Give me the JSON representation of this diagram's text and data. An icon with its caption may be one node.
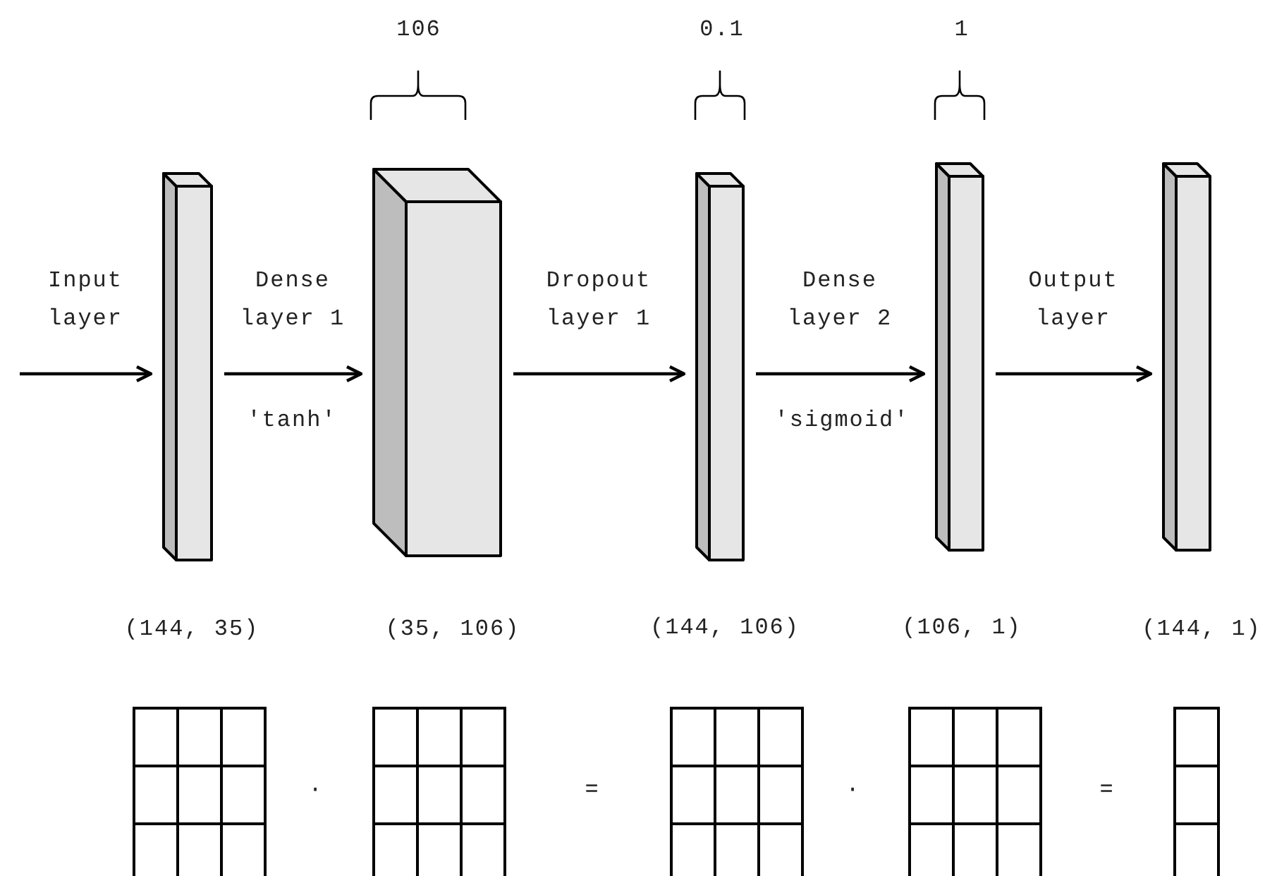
{
  "diagram": {
    "nodes": [
      {
        "text": [],
        "shape": "box"
      },
      {
        "text": [],
        "shape": "box"
      },
      {
        "text": [],
        "shape": "box"
      },
      {
        "text": [],
        "shape": "box"
      },
      {
        "text": [],
        "shape": "box"
      }
    ],
    "edges": [
      {
        "from": null,
        "to": 0,
        "arrow": "to",
        "label": "Input layer"
      },
      {
        "from": 0,
        "to": 1,
        "arrow": "to",
        "label": "Dense layer 1"
      },
      {
        "from": 1,
        "to": 2,
        "arrow": "to",
        "label": "Dropout layer 1"
      },
      {
        "from": 2,
        "to": 3,
        "arrow": "to",
        "label": "Dense layer 2"
      },
      {
        "from": 3,
        "to": 4,
        "arrow": "to",
        "label": "Output layer"
      }
    ],
    "labels": [
      "106",
      "0.1",
      "1",
      "'tanh'",
      "'sigmoid'",
      "(144, 35)",
      "(35, 106)",
      "(144, 106)",
      "(106, 1)",
      "(144, 1)",
      "·",
      "=",
      "·",
      "="
    ]
  }
}
